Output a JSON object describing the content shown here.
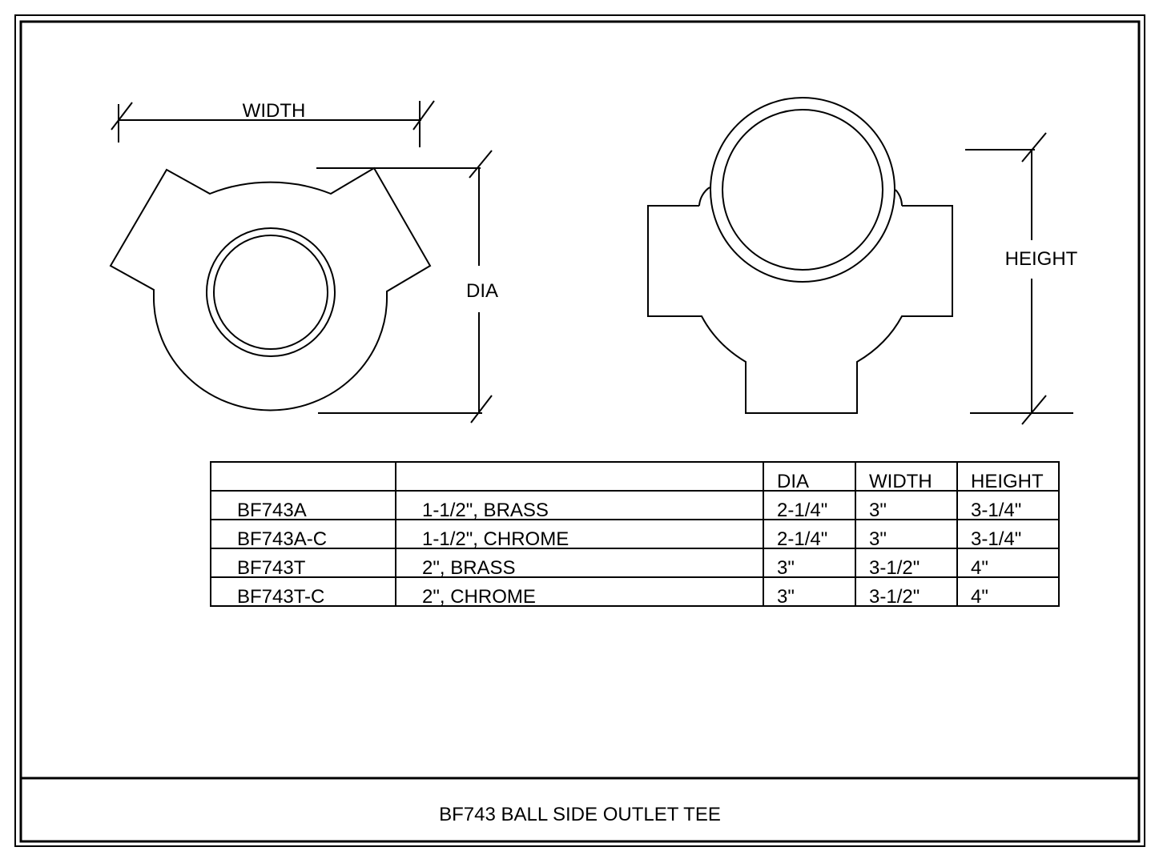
{
  "labels": {
    "width": "WIDTH",
    "dia": "DIA",
    "height": "HEIGHT"
  },
  "table": {
    "headers": [
      "",
      "",
      "DIA",
      "WIDTH",
      "HEIGHT"
    ],
    "rows": [
      [
        "BF743A",
        "1-1/2\", BRASS",
        "2-1/4\"",
        "3\"",
        "3-1/4\""
      ],
      [
        "BF743A-C",
        "1-1/2\", CHROME",
        "2-1/4\"",
        "3\"",
        "3-1/4\""
      ],
      [
        "BF743T",
        "2\", BRASS",
        "3\"",
        "3-1/2\"",
        "4\""
      ],
      [
        "BF743T-C",
        "2\", CHROME",
        "3\"",
        "3-1/2\"",
        "4\""
      ]
    ]
  },
  "title": "BF743 BALL SIDE OUTLET TEE",
  "colors": {
    "line": "#000000",
    "background": "#ffffff"
  }
}
